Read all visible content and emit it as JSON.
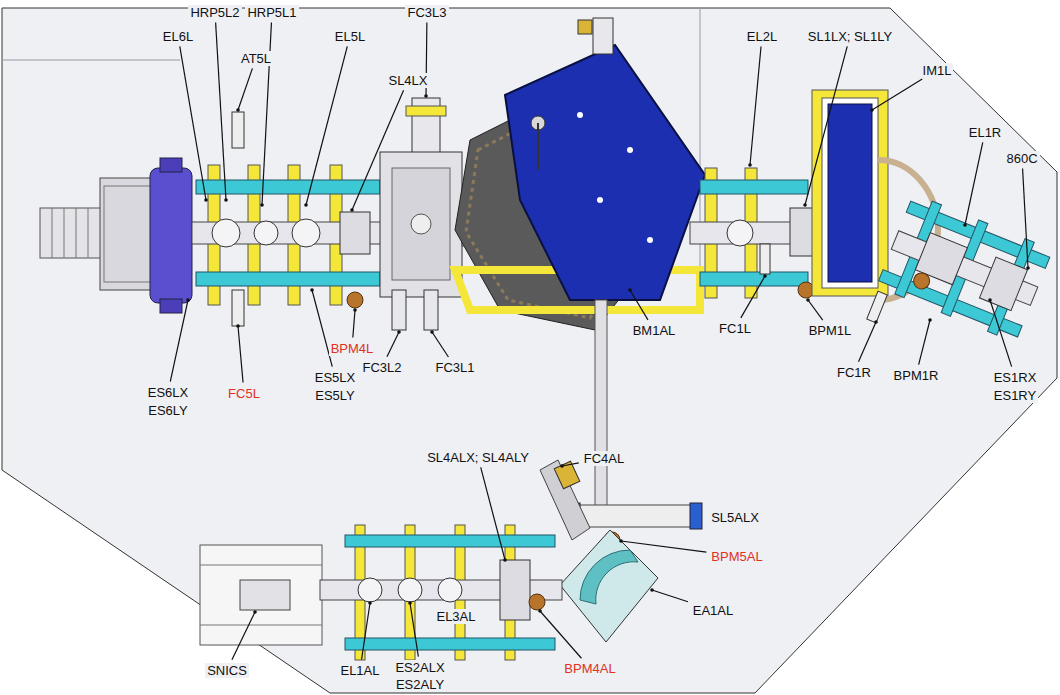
{
  "diagram": {
    "labels": [
      "HRP5L2",
      "HRP5L1",
      "EL6L",
      "FC3L3",
      "EL5L",
      "AT5L",
      "SL4LX",
      "EL2L",
      "SL1LX; SL1LY",
      "IM1L",
      "EL1R",
      "860C",
      "ES6LX",
      "ES6LY",
      "FC5L",
      "BPM4L",
      "ES5LX",
      "ES5LY",
      "FC3L2",
      "FC3L1",
      "BM1AL",
      "FC1L",
      "BPM1L",
      "FC1R",
      "BPM1R",
      "ES1RX",
      "ES1RY",
      "SL4ALX; SL4ALY",
      "FC4AL",
      "SL5ALX",
      "BPM5AL",
      "EA1AL",
      "SNICS",
      "EL1AL",
      "ES2ALX",
      "ES2ALY",
      "BPM4AL",
      "EL3AL"
    ]
  }
}
